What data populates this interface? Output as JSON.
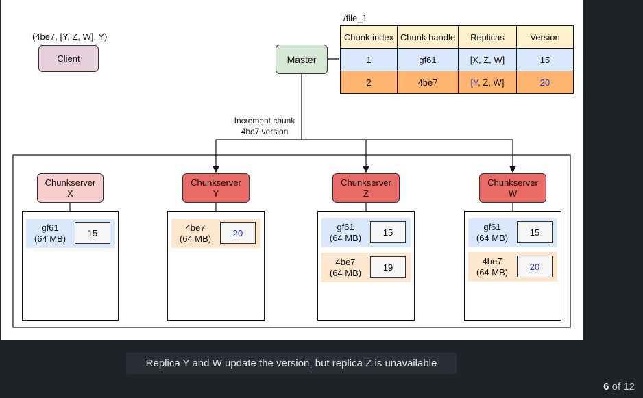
{
  "diagram": {
    "file_title": "/file_1",
    "client_tuple": "(4be7, [Y, Z, W], Y)",
    "client_label": "Client",
    "master_label": "Master",
    "increment_line1": "Increment chunk",
    "increment_line2": "4be7 version",
    "table": {
      "headers": [
        "Chunk index",
        "Chunk handle",
        "Replicas",
        "Version"
      ],
      "rows": [
        {
          "index": "1",
          "handle": "gf61",
          "replicas": "[X, Z, W]",
          "version": "15"
        },
        {
          "index": "2",
          "handle": "4be7",
          "replicas_y": "[Y",
          "replicas_rest": ", Z, W]",
          "version": "20"
        }
      ]
    },
    "chunkservers": [
      {
        "title": "Chunkserver",
        "id": "X",
        "chunks": [
          {
            "handle": "gf61",
            "size": "(64 MB)",
            "version": "15"
          }
        ]
      },
      {
        "title": "Chunkserver",
        "id": "Y",
        "chunks": [
          {
            "handle": "4be7",
            "size": "(64 MB)",
            "version": "20"
          }
        ]
      },
      {
        "title": "Chunkserver",
        "id": "Z",
        "chunks": [
          {
            "handle": "gf61",
            "size": "(64 MB)",
            "version": "15"
          },
          {
            "handle": "4be7",
            "size": "(64 MB)",
            "version": "19"
          }
        ]
      },
      {
        "title": "Chunkserver",
        "id": "W",
        "chunks": [
          {
            "handle": "gf61",
            "size": "(64 MB)",
            "version": "15"
          },
          {
            "handle": "4be7",
            "size": "(64 MB)",
            "version": "20"
          }
        ]
      }
    ],
    "unavailable_icon": "red-x-icon",
    "colors": {
      "accent_new_version": "#2233cc",
      "unavailable": "#e3191e"
    }
  },
  "caption": "Replica Y and W update the version, but replica Z is unavailable",
  "pager": {
    "current": "6",
    "separator": "of",
    "total": "12"
  }
}
